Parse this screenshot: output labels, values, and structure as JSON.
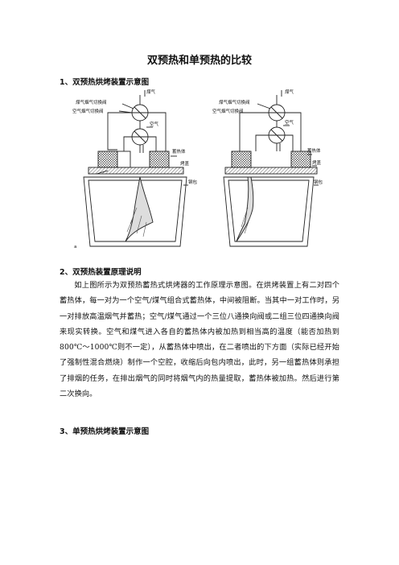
{
  "doc": {
    "title": "双预热和单预热的比较",
    "section1_heading": "1、双预热烘烤装置示意图",
    "section2_heading": "2、双预热装置原理说明",
    "section2_paragraph": "如上图所示为双预热蓄热式烘烤器的工作原理示意图。在烘烤装置上有二对四个蓄热体，每一对为一个空气/煤气组合式蓄热体，中间被阻断。当其中一对工作时，另一对排放高温烟气并蓄热；空气/煤气通过一个三位八通换向阀或二组三位四通换向阀来现实转换。空气和煤气进入各自的蓄热体内被加热到相当高的温度（能否加热到 800℃～1000℃则不一定），从蓄热体中喷出，在二者喷出的下方面（实际已经开始了强制性混合燃烧）制作一个空腔，收缩后向包内喷出，此时，另一组蓄热体则承担了排烟的任务，在排出烟气的同时将烟气内的热量提取，蓄热体被加热。然后进行第二次换向。",
    "section3_heading": "3、单预热烘烤装置示意图"
  },
  "figure": {
    "left": {
      "label_fluegas_valve": "煤气烟气切换阀",
      "label_air_valve": "空气烟气切换阀",
      "label_gas": "煤气",
      "label_air": "空气",
      "label_regenerator": "蓄热体",
      "label_cover": "烤盖",
      "label_ladle": "钢包",
      "marker": "a"
    },
    "right": {
      "label_fluegas_valve": "煤气烟气切换阀",
      "label_air_valve": "空气烟气切换阀",
      "label_gas": "煤气",
      "label_air": "空气",
      "label_regenerator": "蓄热体",
      "label_cover": "烤盖",
      "label_ladle": "钢包"
    }
  },
  "colors": {
    "text": "#111111",
    "line": "#222222",
    "background": "#ffffff"
  }
}
